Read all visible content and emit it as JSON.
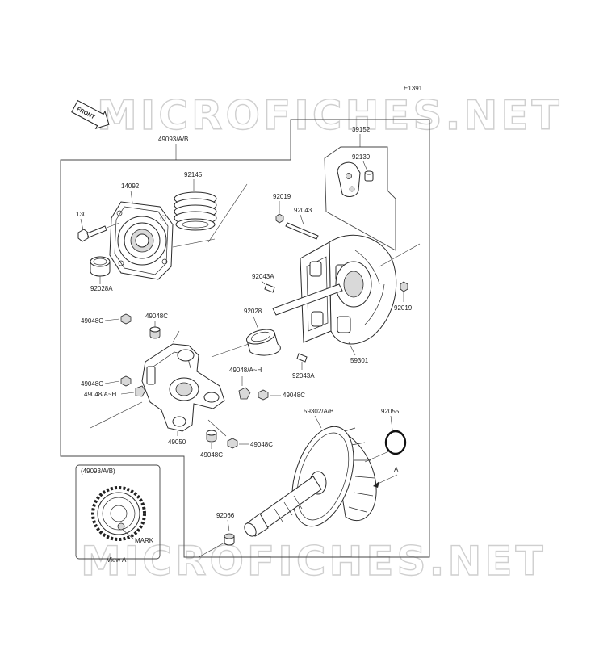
{
  "diagram_code": "E1391",
  "watermark": "MICROFICHES.NET",
  "front_badge": "FRONT",
  "view_box": {
    "title": "(49093/A/B)",
    "mark_label": "MARK",
    "view_label": "View A"
  },
  "arrow_label": "A",
  "part_labels": {
    "p49093": "49093/A/B",
    "p39152": "39152",
    "p92139": "92139",
    "p14092": "14092",
    "p92145": "92145",
    "p92019a": "92019",
    "p92043": "92043",
    "p130": "130",
    "p92028A": "92028A",
    "p92043A_top": "92043A",
    "p92019b": "92019",
    "p49048C_1": "49048C",
    "p49048C_2": "49048C",
    "p92028": "92028",
    "p59301": "59301",
    "p92043A_bot": "92043A",
    "p49048AH_1": "49048/A~H",
    "p49048C_3": "49048C",
    "p49048C_4": "49048C",
    "p49048AH_2": "49048/A~H",
    "p59302": "59302/A/B",
    "p92055": "92055",
    "p49050": "49050",
    "p49048C_5": "49048C",
    "p49048C_6": "49048C",
    "p92066": "92066"
  }
}
